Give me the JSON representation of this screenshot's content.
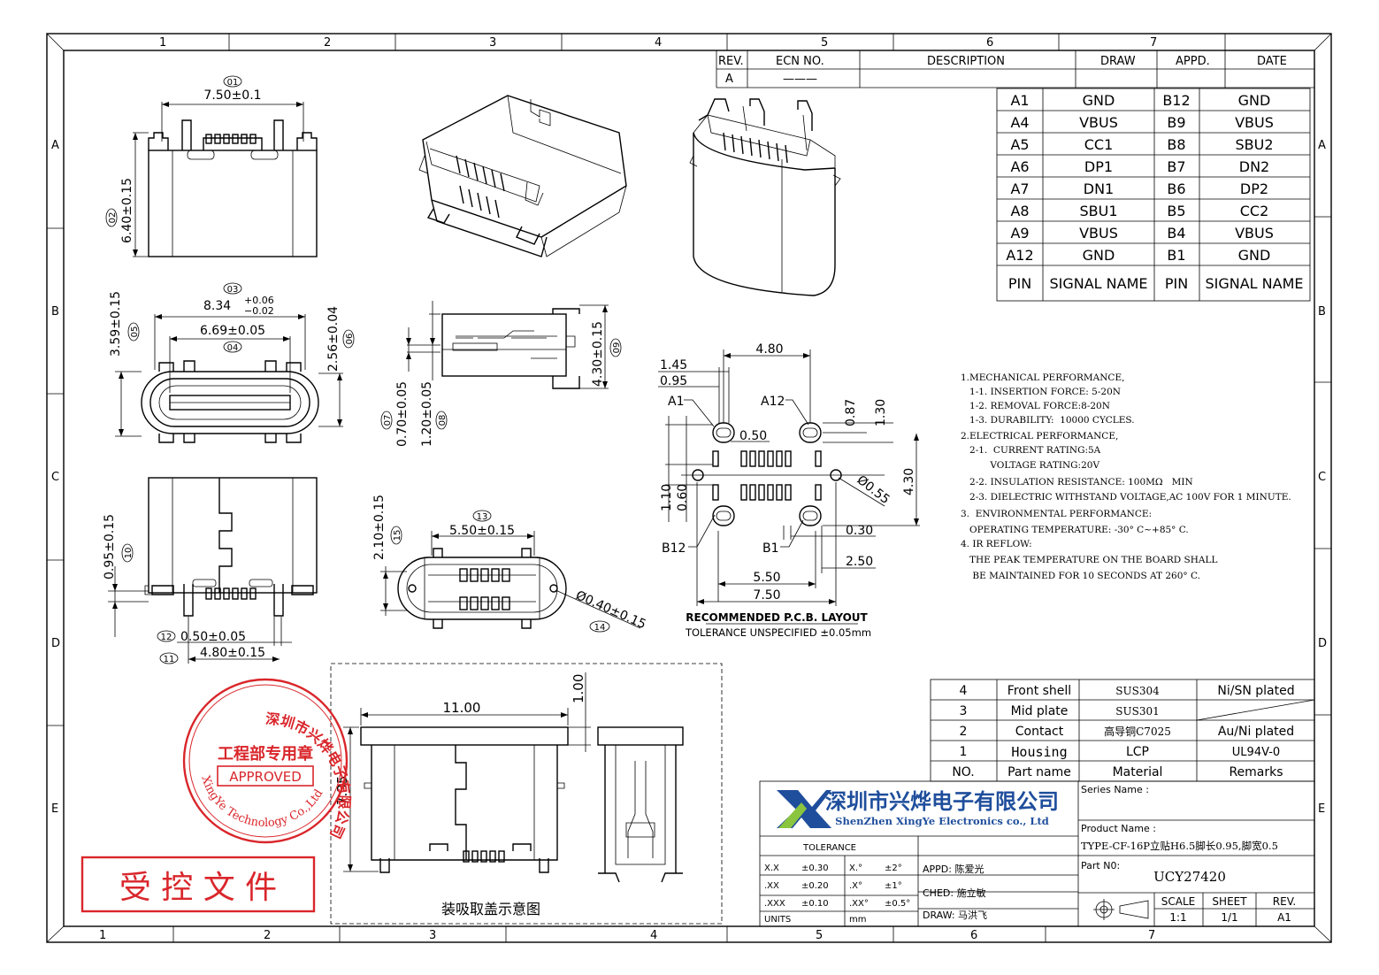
{
  "zones": {
    "top": [
      "1",
      "2",
      "3",
      "4",
      "5",
      "6",
      "7"
    ],
    "bottom": [
      "1",
      "2",
      "3",
      "4",
      "5",
      "6",
      "7"
    ],
    "left": [
      "A",
      "B",
      "C",
      "D",
      "E"
    ],
    "right": [
      "A",
      "B",
      "C",
      "D",
      "E"
    ]
  },
  "revision_table": {
    "headers": [
      "REV.",
      "ECN NO.",
      "DESCRIPTION",
      "DRAW",
      "APPD.",
      "DATE"
    ],
    "row": [
      "A",
      "———",
      "",
      "",
      "",
      ""
    ]
  },
  "pin_table": {
    "rows": [
      [
        "A1",
        "GND",
        "B12",
        "GND"
      ],
      [
        "A4",
        "VBUS",
        "B9",
        "VBUS"
      ],
      [
        "A5",
        "CC1",
        "B8",
        "SBU2"
      ],
      [
        "A6",
        "DP1",
        "B7",
        "DN2"
      ],
      [
        "A7",
        "DN1",
        "B6",
        "DP2"
      ],
      [
        "A8",
        "SBU1",
        "B5",
        "CC2"
      ],
      [
        "A9",
        "VBUS",
        "B4",
        "VBUS"
      ],
      [
        "A12",
        "GND",
        "B1",
        "GND"
      ]
    ],
    "footer": [
      "PIN",
      "SIGNAL NAME",
      "PIN",
      "SIGNAL NAME"
    ]
  },
  "dims": {
    "d01": {
      "tag": "01",
      "value": "7.50±0.1"
    },
    "d02": {
      "tag": "02",
      "value": "6.40±0.15"
    },
    "d03": {
      "tag": "03",
      "value": "8.34",
      "tol_plus": "+0.06",
      "tol_minus": "−0.02"
    },
    "d04": {
      "tag": "04",
      "value": "6.69±0.05"
    },
    "d05": {
      "tag": "05",
      "value": "3.59±0.15"
    },
    "d06": {
      "tag": "06",
      "value": "2.56±0.04"
    },
    "d07": {
      "tag": "07",
      "value": "0.70±0.05"
    },
    "d08": {
      "tag": "08",
      "value": "1.20±0.05"
    },
    "d09": {
      "tag": "09",
      "value": "4.30±0.15"
    },
    "d10": {
      "tag": "10",
      "value": "0.95±0.15"
    },
    "d11": {
      "tag": "11",
      "value": "4.80±0.15"
    },
    "d12": {
      "tag": "12",
      "value": "0.50±0.05"
    },
    "d13": {
      "tag": "13",
      "value": "5.50±0.15"
    },
    "d14": {
      "tag": "14",
      "value": "Ø0.40±0.15"
    },
    "d15": {
      "tag": "15",
      "value": "2.10±0.15"
    }
  },
  "pcb_layout": {
    "labels": {
      "a1": "A1",
      "a12": "A12",
      "b12": "B12",
      "b1": "B1"
    },
    "dims": {
      "top": "4.80",
      "left1": "1.45",
      "left2": "0.95",
      "mid": "0.50",
      "r1": "0.87",
      "r2": "1.30",
      "r3": "4.30",
      "hole": "Ø0.55",
      "v1": "1.10",
      "v2": "0.60",
      "b1": "0.30",
      "b2": "2.50",
      "b3": "5.50",
      "b4": "7.50"
    },
    "caption1": "RECOMMENDED  P.C.B. LAYOUT",
    "caption2": "TOLERANCE UNSPECIFIED ±0.05mm"
  },
  "notes": [
    "1.MECHANICAL PERFORMANCE,",
    "   1-1. INSERTION FORCE: 5-20N",
    "   1-2. REMOVAL FORCE:8-20N",
    "   1-3. DURABILITY:  10000 CYCLES.",
    "2.ELECTRICAL PERFORMANCE,",
    "   2-1.  CURRENT RATING:5A",
    "          VOLTAGE RATING:20V",
    "   2-2. INSULATION RESISTANCE: 100MΩ   MIN",
    "   2-3. DIELECTRIC WITHSTAND VOLTAGE,AC 100V FOR 1 MINUTE.",
    "3.  ENVIRONMENTAL PERFORMANCE:",
    "   OPERATING TEMPERATURE: -30° C~+85° C.",
    "4. IR REFLOW:",
    "   THE PEAK TEMPERATURE ON THE BOARD SHALL",
    "    BE MAINTAINED FOR 10 SECONDS AT 260° C."
  ],
  "pickup": {
    "width": "11.00",
    "top": "1.00",
    "height": "7.35",
    "caption": "装吸取盖示意图"
  },
  "bom": {
    "rows": [
      [
        "4",
        "Front shell",
        "SUS304",
        "Ni/SN plated"
      ],
      [
        "3",
        "Mid plate",
        "SUS301",
        ""
      ],
      [
        "2",
        "Contact",
        "高导铜C7025",
        "Au/Ni plated"
      ],
      [
        "1",
        "Housing",
        "LCP",
        "UL94V-0"
      ]
    ],
    "header": [
      "NO.",
      "Part name",
      "Material",
      "Remarks"
    ]
  },
  "title_block": {
    "company_cn": "深圳市兴烨电子有限公司",
    "company_en": "ShenZhen XingYe Electronics co., Ltd",
    "series_label": "Series Name :",
    "product_label": "Product Name :",
    "product_name": "TYPE-CF-16P立贴H6.5脚长0.95,脚宽0.5",
    "part_label": "Part N0:",
    "part_no": "UCY27420",
    "tolerance_title": "TOLERANCE",
    "tol_rows": [
      [
        "X.X",
        "±0.30",
        "X.°",
        "±2°"
      ],
      [
        ".XX",
        "±0.20",
        ".X°",
        "±1°"
      ],
      [
        ".XXX",
        "±0.10",
        ".XX°",
        "±0.5°"
      ]
    ],
    "units_label": "UNITS",
    "units_value": "mm",
    "appd": "APPD: 陈爱光",
    "ched": "CHED: 施立敏",
    "draw": "DRAW: 马洪飞",
    "scale_label": "SCALE",
    "scale": "1:1",
    "sheet_label": "SHEET",
    "sheet": "1/1",
    "rev_label": "REV.",
    "rev": "A1",
    "brand_blue": "#1f4e9c",
    "brand_green": "#8bc53f"
  },
  "stamp": {
    "ring_text": "深圳市兴烨电子有限公司",
    "ring_en": "XingYe Technology Co.,Ltd",
    "center": "工程部专用章",
    "approved": "APPROVED",
    "color": "#d9262b"
  },
  "controlled": "受 控 文 件"
}
